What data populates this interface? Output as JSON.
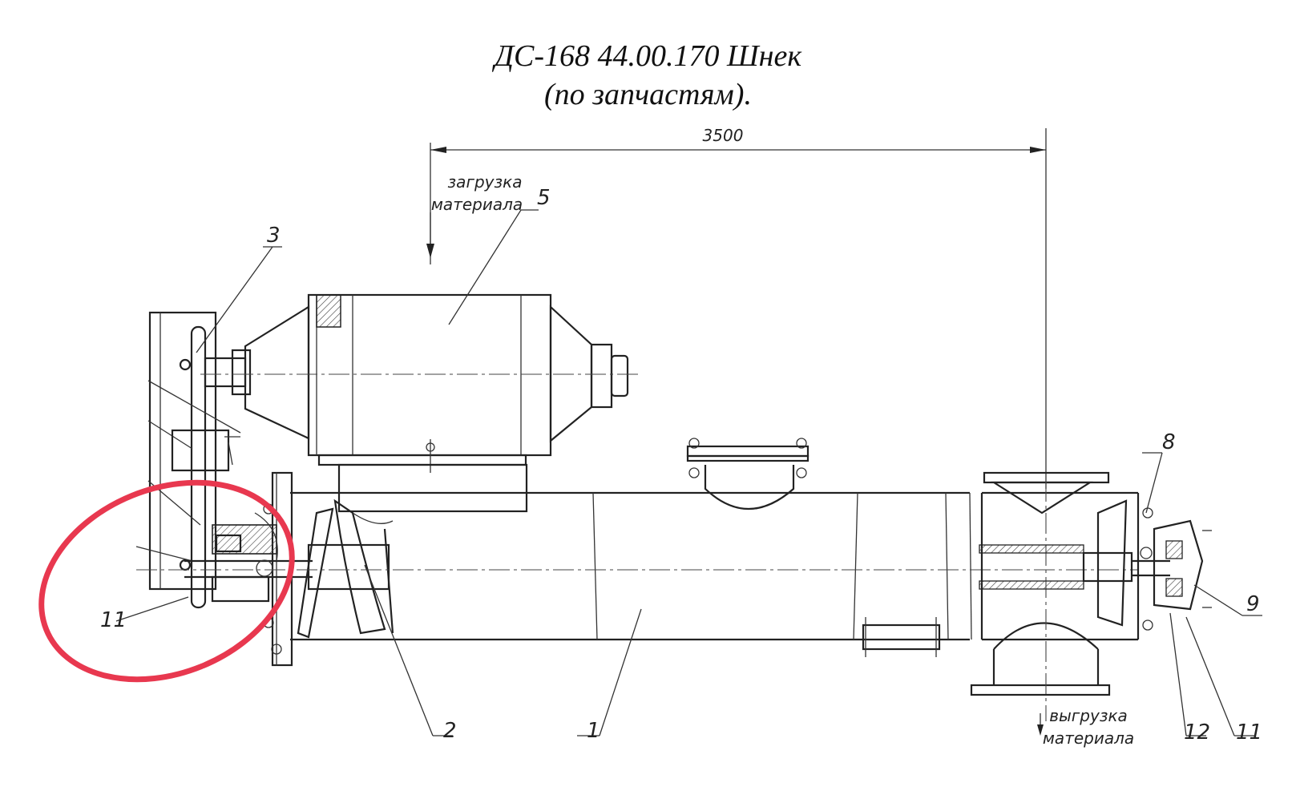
{
  "title_line1": "ДС-168 44.00.170 Шнек",
  "title_line2": "(по запчастям).",
  "dimension": "3500",
  "loading_line1": "загрузка",
  "loading_line2": "материала",
  "unloading_line1": "выгрузка",
  "unloading_line2": "материала",
  "callouts": {
    "c1": "1",
    "c2": "2",
    "c3": "3",
    "c5": "5",
    "c8": "8",
    "c9": "9",
    "c11a": "11",
    "c11b": "11",
    "c12": "12"
  },
  "highlight_color": "#e8384f"
}
